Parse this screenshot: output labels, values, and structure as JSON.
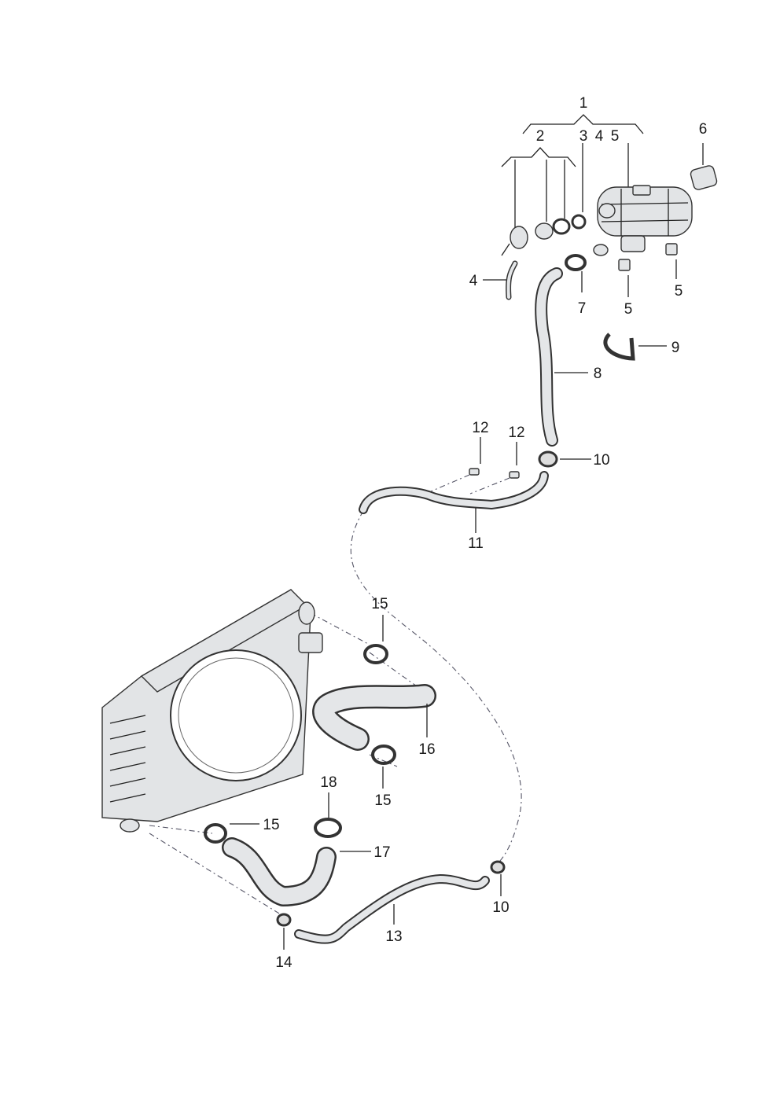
{
  "diagram": {
    "callouts": {
      "c1": "1",
      "c2": "2",
      "c3": "3",
      "c4a": "4",
      "c5a": "5",
      "c6": "6",
      "c4b": "4",
      "c7": "7",
      "c5b": "5",
      "c5c": "5",
      "c9": "9",
      "c8": "8",
      "c12a": "12",
      "c12b": "12",
      "c10a": "10",
      "c11": "11",
      "c15a": "15",
      "c16": "16",
      "c15b": "15",
      "c18": "18",
      "c15c": "15",
      "c17": "17",
      "c10b": "10",
      "c13": "13",
      "c14": "14"
    }
  }
}
